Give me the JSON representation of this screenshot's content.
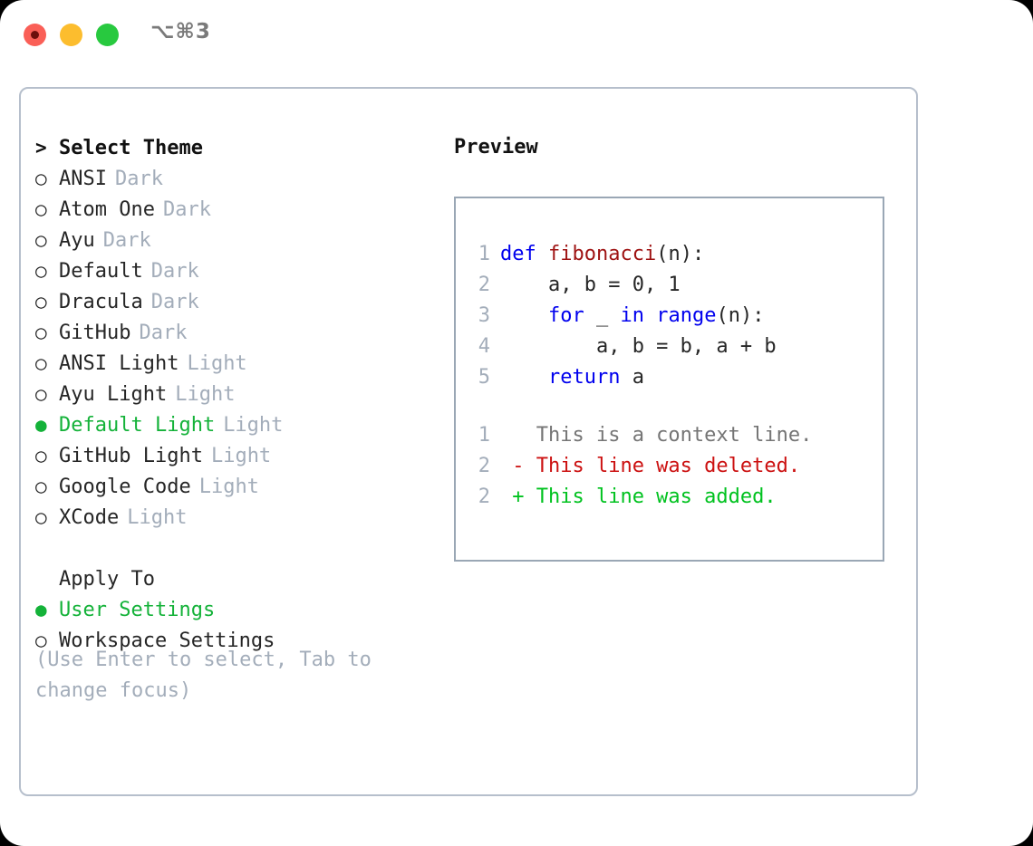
{
  "titlebar": {
    "shortcut": "⌥⌘3",
    "buttons": [
      {
        "name": "close",
        "color": "#fa5f57"
      },
      {
        "name": "minimize",
        "color": "#fcbd2e"
      },
      {
        "name": "zoom",
        "color": "#28c93f"
      }
    ]
  },
  "colors": {
    "accent_green": "#14b239",
    "muted": "#a3adba",
    "text": "#262626",
    "border_outer": "#b6bfcc",
    "border_preview": "#9aa7b5",
    "keyword_blue": "#0000ee",
    "function_red": "#9e1212",
    "diff_delete": "#cc1111",
    "diff_add": "#00c21f",
    "line_number": "#a3adba"
  },
  "theme_picker": {
    "header_marker": ">",
    "header_label": "Select Theme",
    "marker_selected": "●",
    "marker_unselected": "○",
    "items": [
      {
        "label": "ANSI",
        "badge": "Dark",
        "selected": false
      },
      {
        "label": "Atom One",
        "badge": "Dark",
        "selected": false
      },
      {
        "label": "Ayu",
        "badge": "Dark",
        "selected": false
      },
      {
        "label": "Default",
        "badge": "Dark",
        "selected": false
      },
      {
        "label": "Dracula",
        "badge": "Dark",
        "selected": false
      },
      {
        "label": "GitHub",
        "badge": "Dark",
        "selected": false
      },
      {
        "label": "ANSI Light",
        "badge": "Light",
        "selected": false
      },
      {
        "label": "Ayu Light",
        "badge": "Light",
        "selected": false
      },
      {
        "label": "Default Light",
        "badge": "Light",
        "selected": true
      },
      {
        "label": "GitHub Light",
        "badge": "Light",
        "selected": false
      },
      {
        "label": "Google Code",
        "badge": "Light",
        "selected": false
      },
      {
        "label": "XCode",
        "badge": "Light",
        "selected": false
      }
    ]
  },
  "apply_to": {
    "header_label": "Apply To",
    "items": [
      {
        "label": "User Settings",
        "selected": true
      },
      {
        "label": "Workspace Settings",
        "selected": false
      }
    ]
  },
  "hint": "(Use Enter to select, Tab to change focus)",
  "preview": {
    "title": "Preview",
    "code_lines": [
      {
        "number": "1",
        "tokens": [
          {
            "t": "def ",
            "c": "kw"
          },
          {
            "t": "fibonacci",
            "c": "fn"
          },
          {
            "t": "(n):",
            "c": "pl"
          }
        ]
      },
      {
        "number": "2",
        "tokens": [
          {
            "t": "    a, b = 0, 1",
            "c": "pl"
          }
        ]
      },
      {
        "number": "3",
        "tokens": [
          {
            "t": "    ",
            "c": "pl"
          },
          {
            "t": "for",
            "c": "kw"
          },
          {
            "t": " _ ",
            "c": "pl"
          },
          {
            "t": "in",
            "c": "kw"
          },
          {
            "t": " ",
            "c": "pl"
          },
          {
            "t": "range",
            "c": "kw"
          },
          {
            "t": "(n):",
            "c": "pl"
          }
        ]
      },
      {
        "number": "4",
        "tokens": [
          {
            "t": "        a, b = b, a + b",
            "c": "pl"
          }
        ]
      },
      {
        "number": "5",
        "tokens": [
          {
            "t": "    ",
            "c": "pl"
          },
          {
            "t": "return",
            "c": "kw"
          },
          {
            "t": " a",
            "c": "pl"
          }
        ]
      }
    ],
    "diff_lines": [
      {
        "number": "1",
        "sign": "  ",
        "text": "This is a context line.",
        "kind": "ctx"
      },
      {
        "number": "2",
        "sign": "- ",
        "text": "This line was deleted.",
        "kind": "del"
      },
      {
        "number": "2",
        "sign": "+ ",
        "text": "This line was added.",
        "kind": "add"
      }
    ]
  }
}
